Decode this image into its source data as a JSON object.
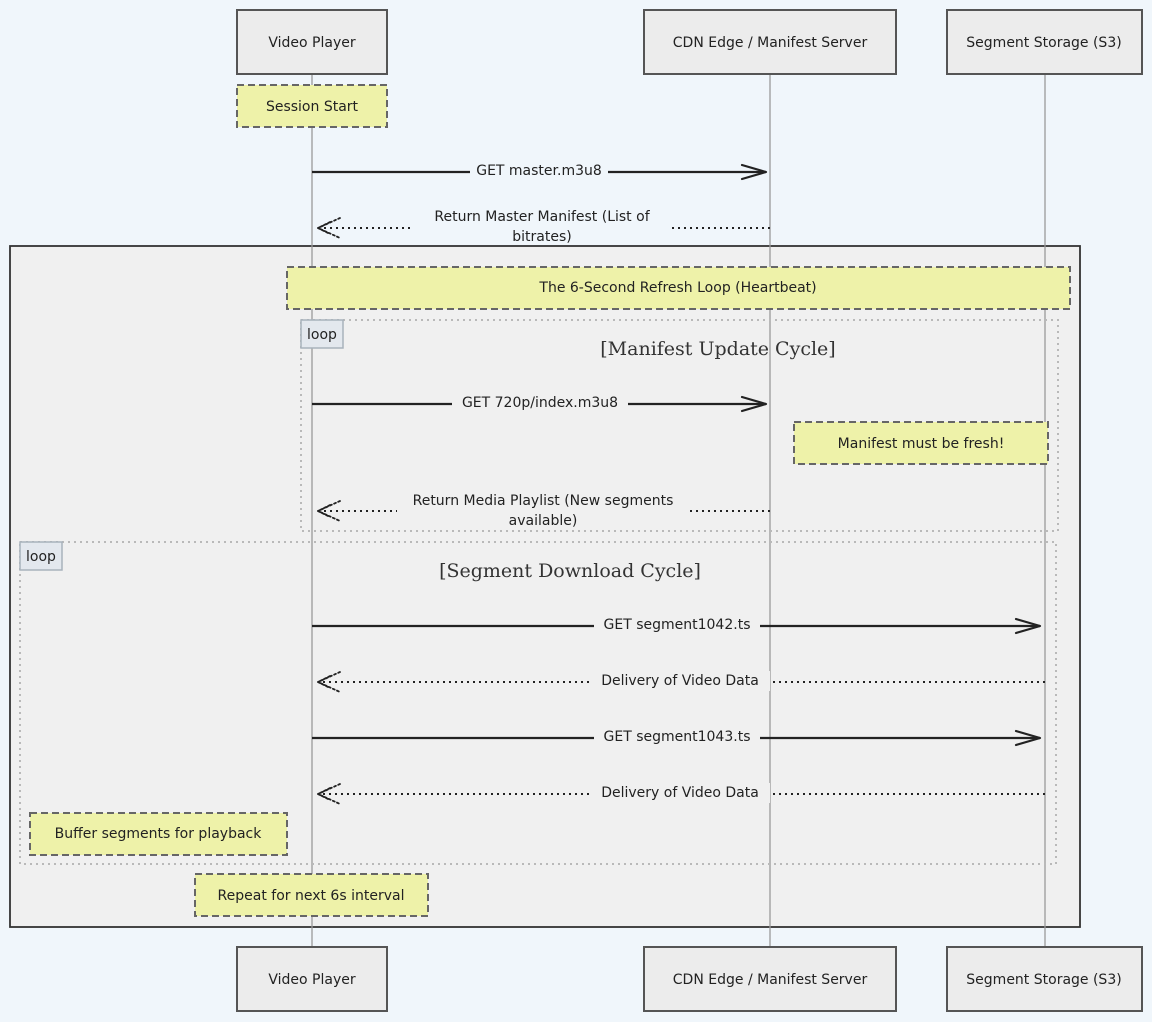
{
  "actors": [
    {
      "id": "player",
      "label": "Video Player"
    },
    {
      "id": "cdn",
      "label": "CDN Edge / Manifest Server"
    },
    {
      "id": "storage",
      "label": "Segment Storage (S3)"
    }
  ],
  "notes": {
    "session_start": "Session Start",
    "refresh_loop": "The 6-Second Refresh Loop (Heartbeat)",
    "manifest_fresh": "Manifest must be fresh!",
    "buffer": "Buffer segments for playback",
    "repeat": "Repeat for next 6s interval"
  },
  "loops": {
    "tag": "loop",
    "manifest_title": "[Manifest Update Cycle]",
    "segment_title": "[Segment Download Cycle]"
  },
  "messages": [
    {
      "label": "GET master.m3u8",
      "from": "player",
      "to": "cdn",
      "style": "solid"
    },
    {
      "label": "Return Master Manifest (List of",
      "label2": "bitrates)",
      "from": "cdn",
      "to": "player",
      "style": "dotted"
    },
    {
      "label": "GET 720p/index.m3u8",
      "from": "player",
      "to": "cdn",
      "style": "solid"
    },
    {
      "label": "Return Media Playlist (New segments",
      "label2": "available)",
      "from": "cdn",
      "to": "player",
      "style": "dotted"
    },
    {
      "label": "GET segment1042.ts",
      "from": "player",
      "to": "storage",
      "style": "solid"
    },
    {
      "label": "Delivery of Video Data",
      "from": "storage",
      "to": "player",
      "style": "dotted"
    },
    {
      "label": "GET segment1043.ts",
      "from": "player",
      "to": "storage",
      "style": "solid"
    },
    {
      "label": "Delivery of Video Data",
      "from": "storage",
      "to": "player",
      "style": "dotted"
    }
  ]
}
